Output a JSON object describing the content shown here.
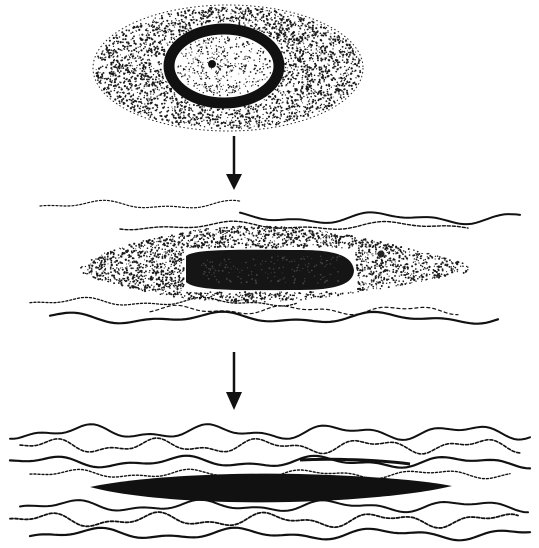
{
  "figure": {
    "stages": [
      {
        "id": "stage-1",
        "shape": "oval-cell",
        "nucleus": "round-with-nucleolus"
      },
      {
        "id": "stage-2",
        "shape": "spindle-cell-between-fibers",
        "nucleus": "elongated-dark"
      },
      {
        "id": "stage-3",
        "shape": "flattened-nucleus-among-wavy-fibers",
        "nucleus": "thin-dark-spindle"
      }
    ],
    "arrows": [
      "down-arrow",
      "down-arrow"
    ],
    "colors": {
      "ink": "#111111",
      "stipple": "#1a1a1a",
      "background": "#ffffff"
    }
  }
}
